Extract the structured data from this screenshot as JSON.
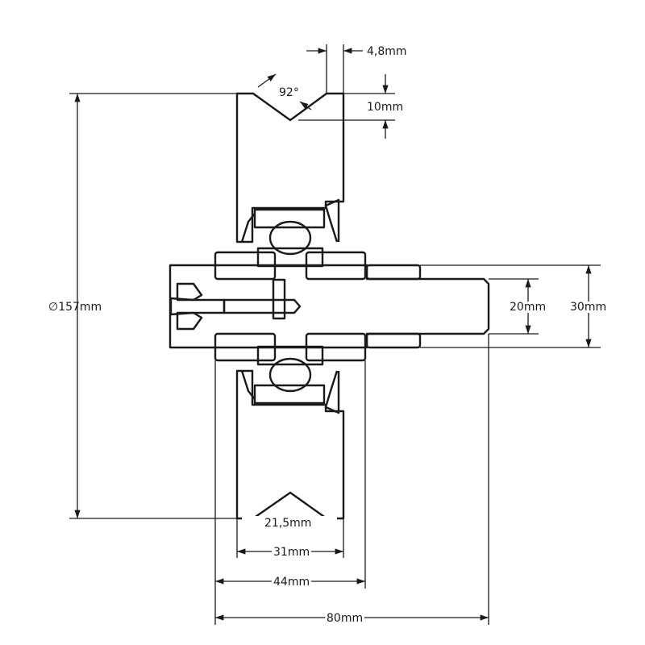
{
  "drawing": {
    "title": "V-groove wheel cross-section with ball bearings and shaft",
    "dimensions": {
      "diameter": "∅157mm",
      "groove_depth": "10mm",
      "groove_flat": "4,8mm",
      "groove_angle": "92°",
      "groove_width": "21,5mm",
      "wheel_width": "31mm",
      "hub_width": "44mm",
      "total_length": "80mm",
      "shaft_diameter": "20mm",
      "shoulder_diameter": "30mm"
    },
    "colors": {
      "line": "#1a1a1a",
      "background": "#ffffff"
    }
  }
}
